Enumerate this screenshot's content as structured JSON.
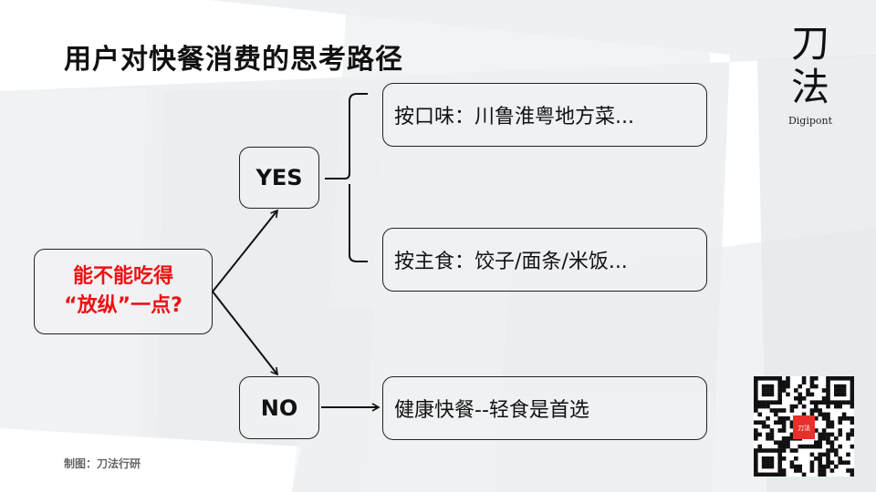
{
  "slide": {
    "title": "用户对快餐消费的思考路径",
    "footer": "制图：刀法行研"
  },
  "logo": {
    "char1": "刀",
    "char2": "法",
    "english": "Digipont"
  },
  "diagram": {
    "question_line1": "能不能吃得",
    "question_line2": "“放纵”一点?",
    "yes_label": "YES",
    "no_label": "NO",
    "yes_options": [
      {
        "text": "按口味：川鲁淮粤地方菜..."
      },
      {
        "text": "按主食：饺子/面条/米饭..."
      }
    ],
    "no_option": {
      "text": "健康快餐--轻食是首选"
    }
  },
  "qr": {
    "center_label": "刀法",
    "accent_color": "#e8302a"
  },
  "colors": {
    "question_text": "#ee1111",
    "background_panels": "#eeeff1"
  }
}
